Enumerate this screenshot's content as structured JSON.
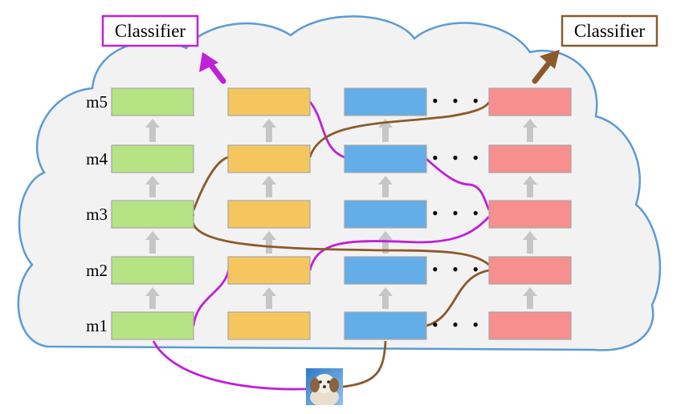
{
  "classifier_left": {
    "label": "Classifier",
    "color": "#c020d8"
  },
  "classifier_right": {
    "label": "Classifier",
    "color": "#8b5a2b"
  },
  "rows": [
    "m5",
    "m4",
    "m3",
    "m2",
    "m1"
  ],
  "ellipsis": "• • •",
  "columns": [
    {
      "fill": "#b6e384"
    },
    {
      "fill": "#f6c65e"
    },
    {
      "fill": "#63aee8"
    },
    {
      "fill": "#f78f8f"
    }
  ],
  "colors": {
    "cloud_fill": "#f2f2f2",
    "cloud_stroke": "#5b9bd5",
    "path_magenta": "#c020d8",
    "path_brown": "#8b5a2b",
    "arrow_gray": "#c6c6c6",
    "block_border": "#a6a6a6"
  },
  "input_image": "dog-photo"
}
